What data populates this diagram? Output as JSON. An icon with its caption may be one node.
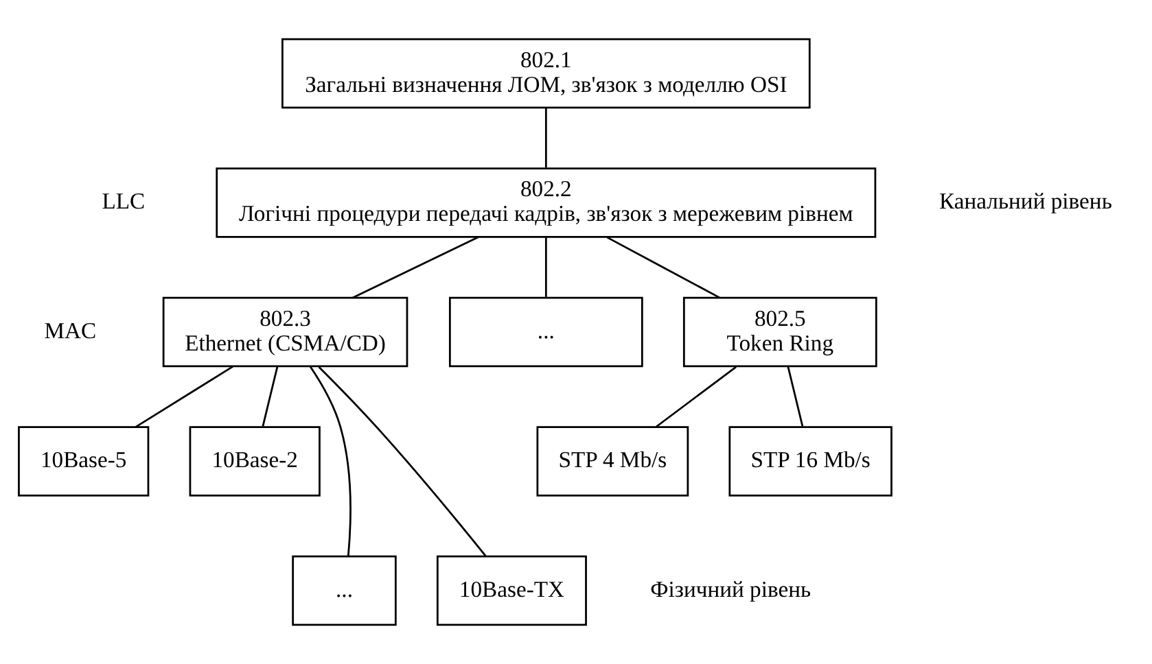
{
  "diagram": {
    "nodes": [
      {
        "text": [
          "802.1",
          "Загальні визначення ЛОМ, зв'язок з моделлю OSI"
        ]
      },
      {
        "text": [
          "802.2",
          "Логічні процедури передачі кадрів, зв'язок з мережевим рівнем"
        ]
      },
      {
        "text": [
          "802.3",
          "Ethernet (CSMA/CD)"
        ]
      },
      {
        "text": [
          "..."
        ]
      },
      {
        "text": [
          "802.5",
          "Token Ring"
        ]
      },
      {
        "text": [
          "10Base-5"
        ]
      },
      {
        "text": [
          "10Base-2"
        ]
      },
      {
        "text": [
          "..."
        ]
      },
      {
        "text": [
          "10Base-TX"
        ]
      },
      {
        "text": [
          "STP 4 Mb/s"
        ]
      },
      {
        "text": [
          "STP 16 Mb/s"
        ]
      }
    ],
    "edges": [
      {
        "from": 0,
        "to": 1,
        "arrow": "none"
      },
      {
        "from": 1,
        "to": 2,
        "arrow": "none"
      },
      {
        "from": 1,
        "to": 3,
        "arrow": "none"
      },
      {
        "from": 1,
        "to": 4,
        "arrow": "none"
      },
      {
        "from": 2,
        "to": 5,
        "arrow": "none"
      },
      {
        "from": 2,
        "to": 7,
        "arrow": "none"
      },
      {
        "from": 2,
        "to": 8,
        "arrow": "none"
      },
      {
        "from": 2,
        "to": 6,
        "arrow": "none"
      },
      {
        "from": 4,
        "to": 9,
        "arrow": "none"
      },
      {
        "from": 4,
        "to": 10,
        "arrow": "none"
      }
    ],
    "labels": [
      "LLC",
      "Канальний рівень",
      "MAC",
      "Фізичний рівень"
    ]
  }
}
